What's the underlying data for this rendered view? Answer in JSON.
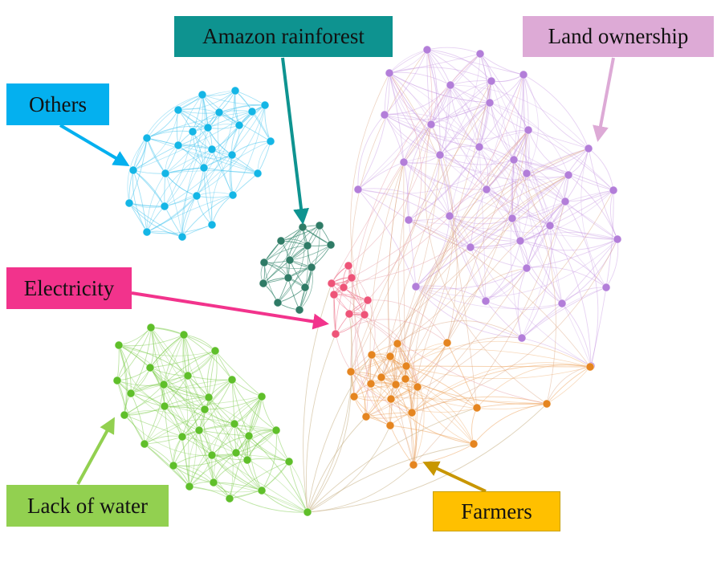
{
  "labels": {
    "amazon": "Amazon rainforest",
    "land": "Land ownership",
    "others": "Others",
    "electricity": "Electricity",
    "water": "Lack of water",
    "farmers": "Farmers"
  },
  "clusters": [
    {
      "key": "others",
      "name": "Others",
      "node": "#14b6e6",
      "edge": "#4cc7ee"
    },
    {
      "key": "amazon",
      "name": "Amazon rainforest",
      "node": "#2f7b66",
      "edge": "#3b8a72"
    },
    {
      "key": "land",
      "name": "Land ownership",
      "node": "#b37ed9",
      "edge": "#c79ae3"
    },
    {
      "key": "electricity",
      "name": "Electricity",
      "node": "#ee5478",
      "edge": "#f07a93"
    },
    {
      "key": "water",
      "name": "Lack of water",
      "node": "#5fbf2a",
      "edge": "#7ccc4a"
    },
    {
      "key": "farmers",
      "name": "Farmers",
      "node": "#e58520",
      "edge": "#eda055"
    }
  ],
  "colors": {
    "amazon_box": "#0e9390",
    "land_box": "#ddaad6",
    "others_box": "#04b0ef",
    "electricity_box": "#f2338c",
    "water_box": "#92d050",
    "farmers_box": "#ffc000"
  }
}
